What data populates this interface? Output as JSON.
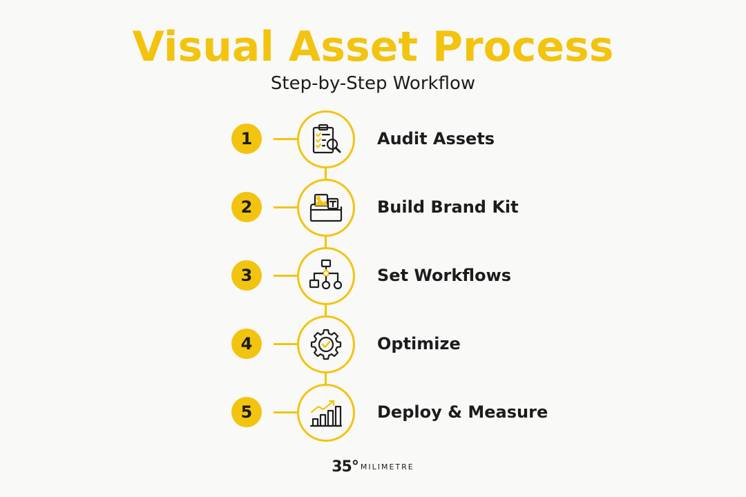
{
  "title": "Visual Asset Process",
  "subtitle": "Step-by-Step Workflow",
  "colors": {
    "accent": "#f2c40f",
    "text": "#1c1c1c",
    "background": "#f9f9f8"
  },
  "steps": [
    {
      "number": "1",
      "label": "Audit Assets",
      "icon": "clipboard-search-icon"
    },
    {
      "number": "2",
      "label": "Build Brand Kit",
      "icon": "folder-assets-icon"
    },
    {
      "number": "3",
      "label": "Set Workflows",
      "icon": "flowchart-icon"
    },
    {
      "number": "4",
      "label": "Optimize",
      "icon": "gear-check-icon"
    },
    {
      "number": "5",
      "label": "Deploy & Measure",
      "icon": "growth-chart-icon"
    }
  ],
  "brand": {
    "mark": "35°",
    "word": "MILIMETRE"
  }
}
